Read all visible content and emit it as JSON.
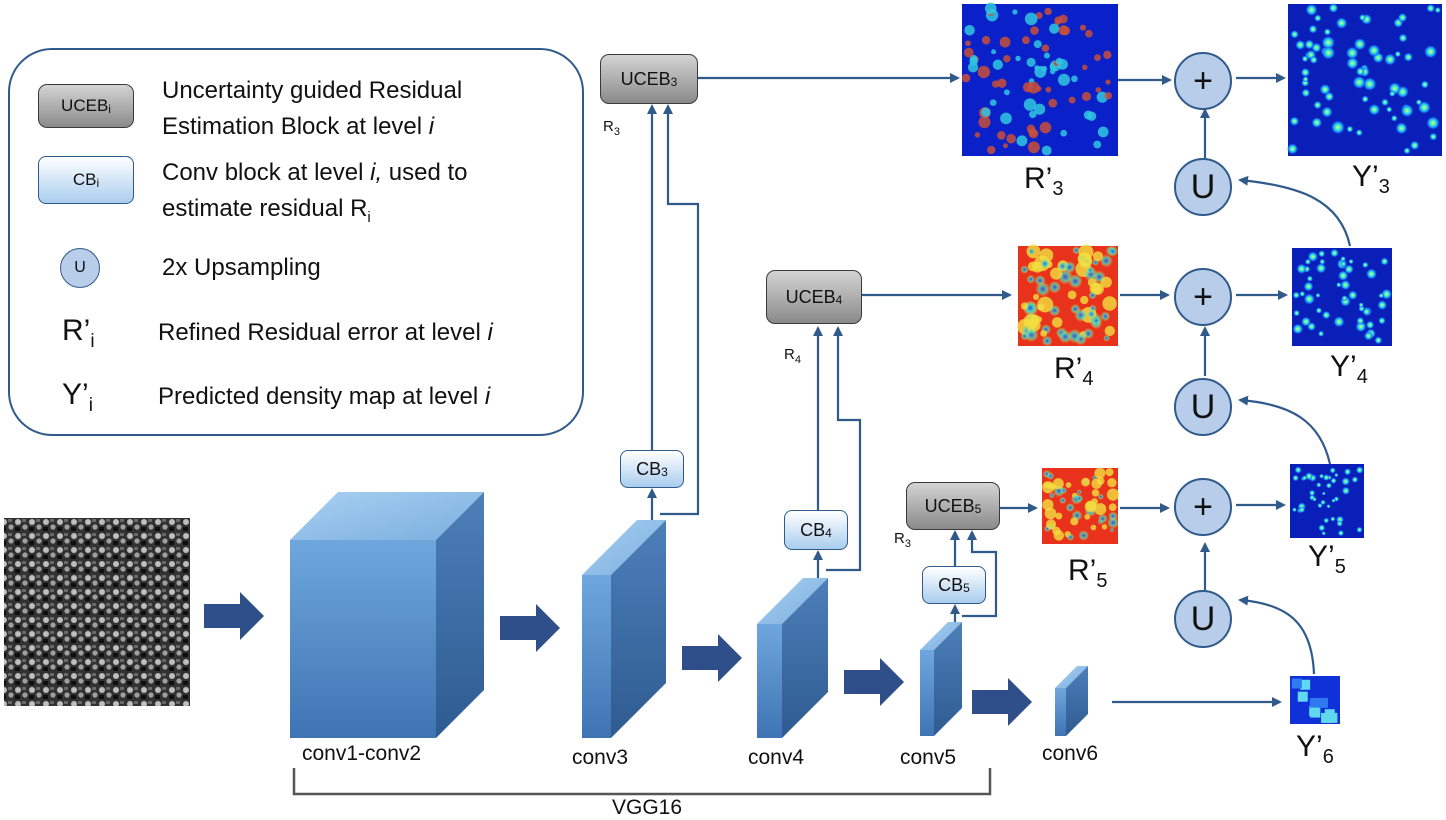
{
  "legend": {
    "uceb_symbol": "UCEB",
    "uceb_sub": "i",
    "uceb_line1": "Uncertainty guided Residual",
    "uceb_line2": "Estimation Block at level ",
    "uceb_line2_italic": "i",
    "cb_symbol": "CB",
    "cb_sub": "i",
    "cb_line1": "Conv block at level ",
    "cb_line1_italic": "i,",
    "cb_line1_end": " used to",
    "cb_line2": "estimate residual R",
    "cb_line2_sub": "i",
    "u_symbol": "U",
    "u_text": "2x Upsampling",
    "r_symbol": "R’",
    "r_sub": "i",
    "r_text": "Refined Residual error at level ",
    "r_text_italic": "i",
    "y_symbol": "Y’",
    "y_sub": "i",
    "y_text": "Predicted density map at level ",
    "y_text_italic": "i"
  },
  "blocks": {
    "uceb3": {
      "label": "UCEB",
      "sub": "3"
    },
    "uceb4": {
      "label": "UCEB",
      "sub": "4"
    },
    "uceb5": {
      "label": "UCEB",
      "sub": "5"
    },
    "cb3": {
      "label": "CB",
      "sub": "3"
    },
    "cb4": {
      "label": "CB",
      "sub": "4"
    },
    "cb5": {
      "label": "CB",
      "sub": "5"
    }
  },
  "residual_labels": {
    "r3": {
      "label": "R",
      "sub": "3"
    },
    "r4": {
      "label": "R",
      "sub": "4"
    },
    "r5": {
      "label": "R",
      "sub": "3"
    }
  },
  "layers": {
    "conv12": "conv1-conv2",
    "conv3": "conv3",
    "conv4": "conv4",
    "conv5": "conv5",
    "conv6": "conv6",
    "backbone": "VGG16"
  },
  "maps": {
    "r3": {
      "label": "R’",
      "sub": "3"
    },
    "r4": {
      "label": "R’",
      "sub": "4"
    },
    "r5": {
      "label": "R’",
      "sub": "5"
    },
    "y3": {
      "label": "Y’",
      "sub": "3"
    },
    "y4": {
      "label": "Y’",
      "sub": "4"
    },
    "y5": {
      "label": "Y’",
      "sub": "5"
    },
    "y6": {
      "label": "Y’",
      "sub": "6"
    }
  },
  "ops": {
    "plus": "+",
    "upsample": "U"
  },
  "colors": {
    "arrow": "#2f5a8a",
    "block_arrow": "#2f4f8a",
    "cube_front": "#4f86c6",
    "cube_side": "#36679e",
    "cube_top": "#8fbde6",
    "density_bg": "#0a1fb8",
    "residual_bg": "#e8321c"
  }
}
